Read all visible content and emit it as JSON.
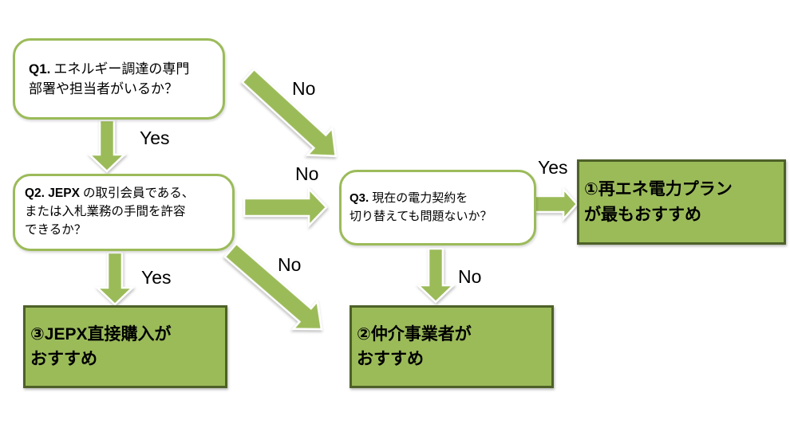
{
  "flowchart": {
    "questions": {
      "q1": {
        "prefix": "Q1.",
        "line1": "エネルギー調達の専門",
        "line2": "部署や担当者がいるか？"
      },
      "q2": {
        "prefix": "Q2. JEPX",
        "line1": "の取引会員である、",
        "line2": "または入札業務の手間を許容",
        "line3": "できるか？"
      },
      "q3": {
        "prefix": "Q3.",
        "line1": "現在の電力契約を",
        "line2": "切り替えても問題ないか？"
      }
    },
    "results": {
      "r1": {
        "line1": "①再エネ電力プラン",
        "line2": "が最もおすすめ"
      },
      "r2": {
        "line1": "②仲介事業者が",
        "line2": "おすすめ"
      },
      "r3": {
        "line1": "③JEPX直接購入が",
        "line2": "おすすめ"
      }
    },
    "labels": {
      "q1_yes": "Yes",
      "q1_no": "No",
      "q2_to_q3_no": "No",
      "q2_yes": "Yes",
      "q2_diag_no": "No",
      "q3_yes": "Yes",
      "q3_no": "No"
    },
    "colors": {
      "arrow_green": "#9bbb59",
      "result_box_fill": "#9bbb59",
      "result_box_border": "#4e6128",
      "question_box_border": "#9bbb59",
      "text": "#000000"
    }
  }
}
